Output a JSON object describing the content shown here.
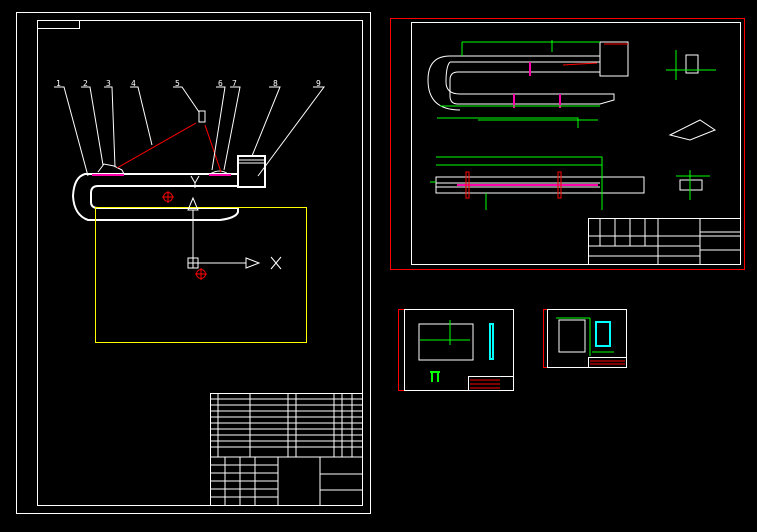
{
  "drawing": {
    "part_labels": [
      "1",
      "2",
      "3",
      "4",
      "5",
      "6",
      "7",
      "8",
      "9"
    ]
  },
  "colors": {
    "background": "#000000",
    "line": "#ffffff",
    "highlight": "#ff0000",
    "dimension": "#00ff00",
    "boundary": "#ffff00",
    "accent": "#ff00aa"
  }
}
